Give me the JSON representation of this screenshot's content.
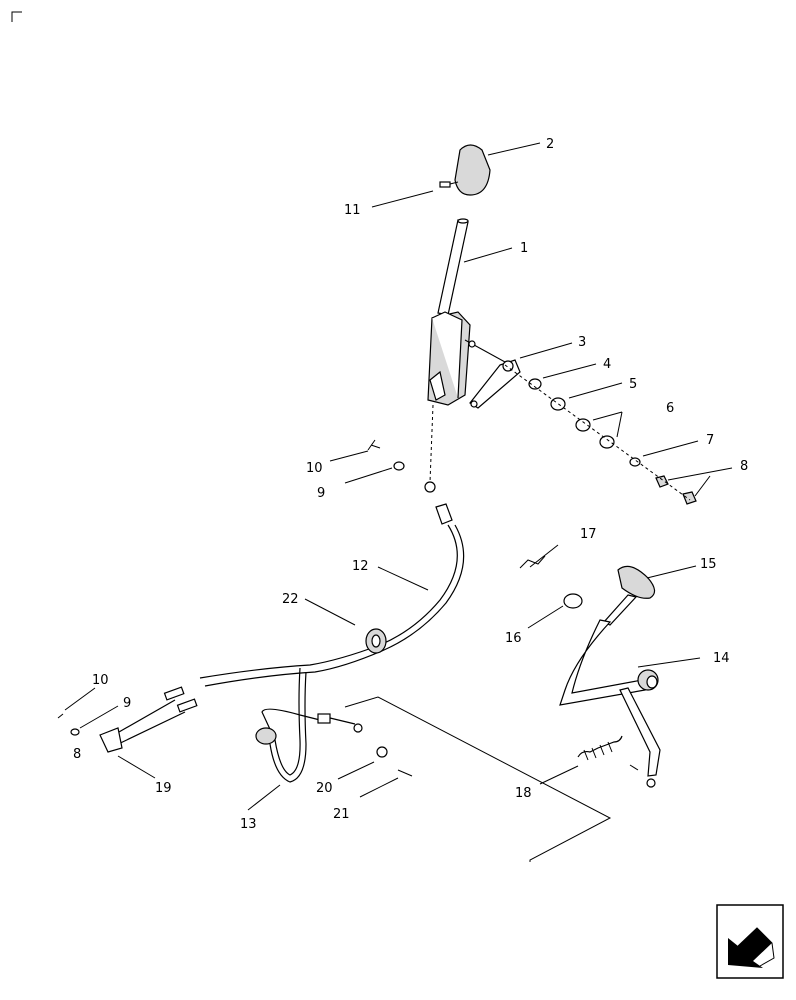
{
  "callouts": {
    "c1": "1",
    "c2": "2",
    "c3": "3",
    "c4": "4",
    "c5": "5",
    "c6": "6",
    "c7": "7",
    "c8": "8",
    "c9": "9",
    "c10": "10",
    "c11": "11",
    "c12": "12",
    "c13": "13",
    "c14": "14",
    "c15": "15",
    "c16": "16",
    "c17": "17",
    "c18": "18",
    "c19": "19",
    "c20": "20",
    "c21": "21",
    "c22": "22",
    "c9b": "9",
    "c10b": "10",
    "c8b": "8"
  },
  "icons": {
    "corner": "corner-mark-icon",
    "nav": "page-arrow-icon"
  }
}
